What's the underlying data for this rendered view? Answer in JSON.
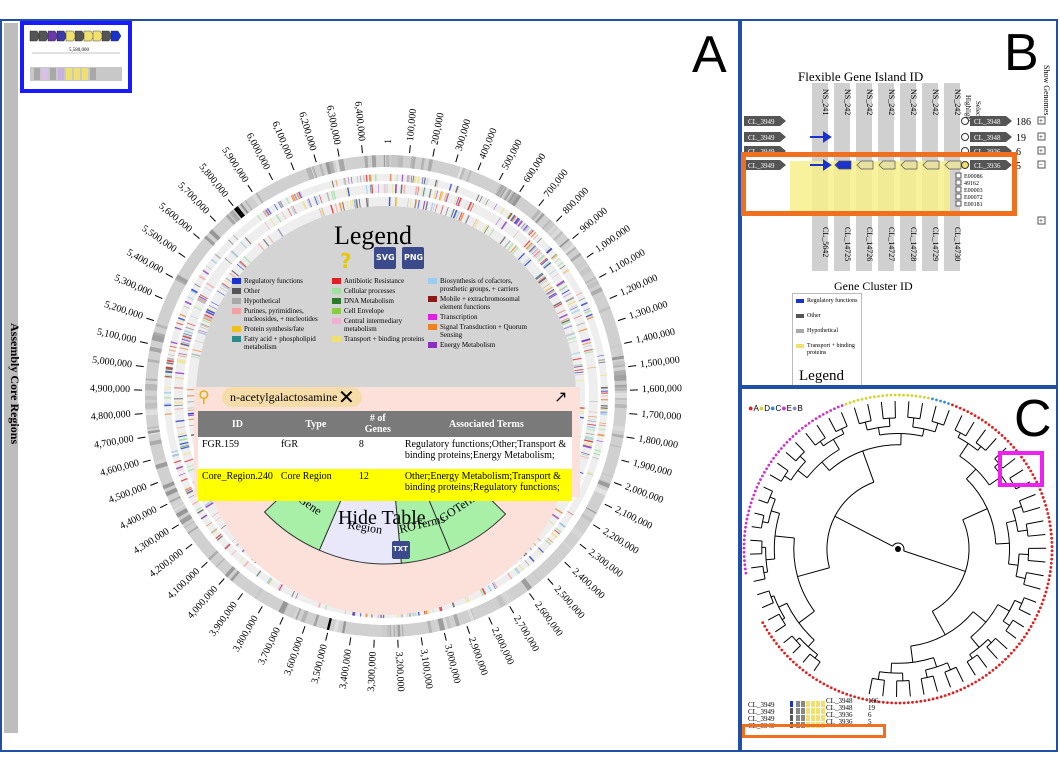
{
  "panels": {
    "a": "A",
    "b": "B",
    "c": "C"
  },
  "sidebar_label": "Assembly Core Regions",
  "ring_ticks": [
    "100,000",
    "200,000",
    "300,000",
    "400,000",
    "500,000",
    "600,000",
    "700,000",
    "800,000",
    "900,000",
    "1,000,000",
    "1,100,000",
    "1,200,000",
    "1,300,000",
    "1,400,000",
    "1,500,000",
    "1,600,000",
    "1,700,000",
    "1,800,000",
    "1,900,000",
    "2,000,000",
    "2,100,000",
    "2,200,000",
    "2,300,000",
    "2,400,000",
    "2,500,000",
    "2,600,000",
    "2,700,000",
    "2,800,000",
    "2,900,000",
    "3,000,000",
    "3,100,000",
    "3,200,000",
    "3,300,000",
    "3,400,000",
    "3,500,000",
    "3,600,000",
    "3,700,000",
    "3,800,000",
    "3,900,000",
    "4,000,000",
    "4,100,000",
    "4,200,000",
    "4,300,000",
    "4,400,000",
    "4,500,000",
    "4,600,000",
    "4,700,000",
    "4,800,000",
    "4,900,000",
    "5,000,000",
    "5,100,000",
    "5,200,000",
    "5,300,000",
    "5,400,000",
    "5,500,000",
    "5,600,000",
    "5,700,000",
    "5,800,000",
    "5,900,000",
    "6,000,000",
    "6,100,000",
    "6,200,000",
    "6,300,000",
    "6,400,000"
  ],
  "ring_start_label": "1",
  "minimap_label": "5,580,000",
  "legend": {
    "title": "Legend",
    "help_icon": "question-icon",
    "svg_label": "SVG",
    "png_label": "PNG",
    "col1": [
      {
        "label": "Regulatory functions",
        "color": "#1a33cc"
      },
      {
        "label": "Other",
        "color": "#555555"
      },
      {
        "label": "Hypothetical",
        "color": "#a8a8a8"
      },
      {
        "label": "Purines, pyrimidines, nucleosides, + nucleotides",
        "color": "#f2a0a0"
      },
      {
        "label": "Protein synthesis/fate",
        "color": "#f0c020"
      },
      {
        "label": "Fatty acid + phospholipid metabolism",
        "color": "#2a8a8a"
      }
    ],
    "col2": [
      {
        "label": "Antibiotic Resistance",
        "color": "#e02020"
      },
      {
        "label": "Cellular processes",
        "color": "#a0e0a0"
      },
      {
        "label": "DNA Metabolism",
        "color": "#2a7a2a"
      },
      {
        "label": "Cell Envelope",
        "color": "#88cc44"
      },
      {
        "label": "Central intermediary metabolism",
        "color": "#f0b0d0"
      },
      {
        "label": "Transport + binding proteins",
        "color": "#f0e070"
      }
    ],
    "col3": [
      {
        "label": "Biosynthesis of cofactors, prosthetic groups, + carriers",
        "color": "#99ccee"
      },
      {
        "label": "Mobile + extrachromosomal element functions",
        "color": "#8a1a1a"
      },
      {
        "label": "Transcription",
        "color": "#e020e0"
      },
      {
        "label": "Signal Transduction + Quorum Sensing",
        "color": "#f08020"
      },
      {
        "label": "Energy Metabolism",
        "color": "#8a30c0"
      }
    ]
  },
  "search": {
    "value": "n-acetylgalactosamine"
  },
  "table": {
    "headers": [
      "ID",
      "Type",
      "# of Genes",
      "Associated Terms"
    ],
    "rows": [
      {
        "id": "FGR.159",
        "type": "fGR",
        "genes": "8",
        "terms": "Regulatory functions;Other;Transport & binding proteins;Energy Metabolism;"
      },
      {
        "id": "Core_Region.240",
        "type": "Core Region",
        "genes": "12",
        "terms": "Other;Energy Metabolism;Transport & binding proteins;Regulatory functions;"
      }
    ]
  },
  "hide_table": "Hide Table",
  "tabs": {
    "goterms": "GOTerms",
    "aroterms": "AROTerms",
    "region": "Region",
    "gene": "Gene",
    "txt": "TXT"
  },
  "panel_b": {
    "title": "Flexible Gene Island ID",
    "col_ids_top": [
      "NS_241",
      "NS_242",
      "NS_242",
      "NS_242",
      "NS_242",
      "NS_242",
      "NS_242"
    ],
    "col_ids_bottom": [
      "CL_5642",
      "CL_14725",
      "CL_14726",
      "CL_14727",
      "CL_14728",
      "CL_14729",
      "CL_14730"
    ],
    "left_labels": [
      "CL_3949",
      "CL_3949",
      "CL_3949",
      "CL_3949"
    ],
    "right_labels": [
      "CL_3948",
      "CL_3948",
      "CL_3936",
      "CL_3936"
    ],
    "right_counts": [
      "186",
      "19",
      "6",
      "5"
    ],
    "sub_ids": [
      "E00086",
      "49162",
      "E00003",
      "E00072",
      "E00181"
    ],
    "highlight_header": "Highlight",
    "select_header": "Select",
    "show_genomes": "Show Genomes",
    "cluster_title": "Gene Cluster ID",
    "legend_title": "Legend",
    "legend_items": [
      {
        "label": "Regulatory functions",
        "color": "#1a33cc"
      },
      {
        "label": "Other",
        "color": "#555555"
      },
      {
        "label": "Hypothetical",
        "color": "#a8a8a8"
      },
      {
        "label": "Transport + binding proteins",
        "color": "#f0e070"
      }
    ]
  },
  "panel_c": {
    "legend_keys": [
      {
        "label": "A",
        "color": "#e02020"
      },
      {
        "label": "D",
        "color": "#d4d430"
      },
      {
        "label": "C",
        "color": "#3090e0"
      },
      {
        "label": "E",
        "color": "#cc33cc"
      },
      {
        "label": "B",
        "color": "#8888cc"
      }
    ],
    "rows": [
      {
        "left": "CL_3949",
        "right": "CL_3948",
        "count": "186"
      },
      {
        "left": "CL_3949",
        "right": "CL_3948",
        "count": "19"
      },
      {
        "left": "CL_3949",
        "right": "CL_3936",
        "count": "6"
      },
      {
        "left": "CL_3949",
        "right": "CL_3936",
        "count": "5"
      }
    ]
  }
}
